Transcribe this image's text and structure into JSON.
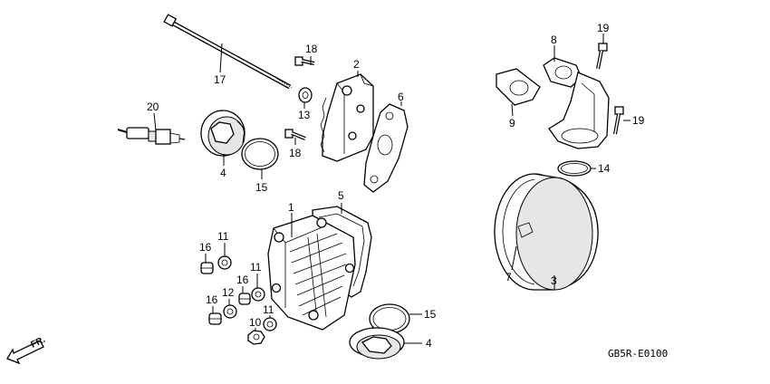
{
  "callouts": {
    "c1": "1",
    "c2": "2",
    "c3": "3",
    "c4a": "4",
    "c4b": "4",
    "c5": "5",
    "c6": "6",
    "c7": "7",
    "c8": "8",
    "c9": "9",
    "c10": "10",
    "c11a": "11",
    "c11b": "11",
    "c11c": "11",
    "c12": "12",
    "c13": "13",
    "c14": "14",
    "c15a": "15",
    "c15b": "15",
    "c16a": "16",
    "c16b": "16",
    "c16c": "16",
    "c17": "17",
    "c18a": "18",
    "c18b": "18",
    "c19a": "19",
    "c19b": "19",
    "c20": "20"
  },
  "direction_label": "FR.",
  "diagram_code": "GB5R-E0100"
}
